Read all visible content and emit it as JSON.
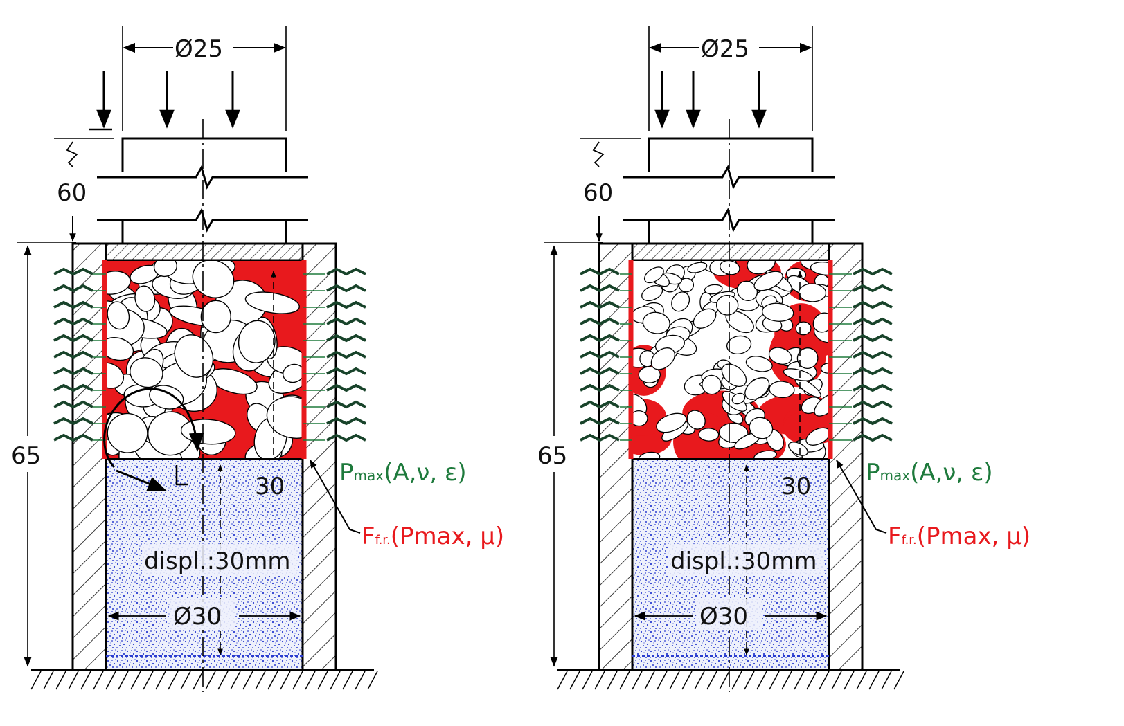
{
  "colors": {
    "line": "#000000",
    "hatch": "#111111",
    "red": "#e8191d",
    "green": "#1e7a3c",
    "dark_green": "#18432a",
    "blue_fill": "#2a3ccf",
    "blue_bg": "#eef1fb"
  },
  "panels": [
    {
      "id": "left",
      "top_diameter": "Ø25",
      "height_top": "60",
      "height_total": "65",
      "specimen_height": "30",
      "displacement": "displ.:30mm",
      "bottom_diameter": "Ø30",
      "pressure_label": {
        "main": "P",
        "sub": "max",
        "rest": "(A,ν, ε)"
      },
      "friction_label": {
        "main": "F",
        "sub": "f.r.",
        "rest": "(Pmax, μ)"
      },
      "microstructure": "porous-network",
      "show_rotation_arrow": true
    },
    {
      "id": "right",
      "top_diameter": "Ø25",
      "height_top": "60",
      "height_total": "65",
      "specimen_height": "30",
      "displacement": "displ.:30mm",
      "bottom_diameter": "Ø30",
      "pressure_label": {
        "main": "P",
        "sub": "max",
        "rest": "(A,ν, ε)"
      },
      "friction_label": {
        "main": "F",
        "sub": "f.r.",
        "rest": "(Pmax, μ)"
      },
      "microstructure": "dense-particles",
      "show_rotation_arrow": false
    }
  ]
}
